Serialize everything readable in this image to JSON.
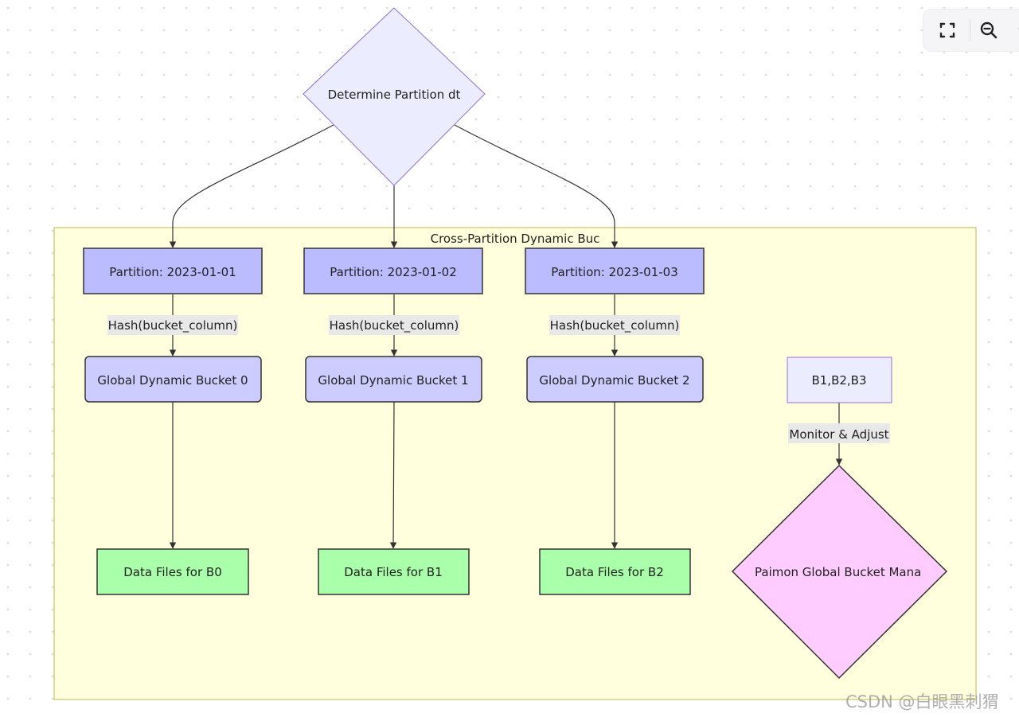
{
  "colors": {
    "background_dot": "#dedede",
    "subgraph_fill": "#ffffde",
    "subgraph_stroke": "#b8b84a",
    "decision_fill": "#ececff",
    "decision_stroke": "#9370db",
    "partition_fill": "#bbbbff",
    "bucket_fill": "#ccccff",
    "datafile_fill": "#aaffaa",
    "manager_fill": "#ffccff",
    "node_stroke": "#333333",
    "edge": "#333333",
    "edge_label_bg": "#e8e8e8"
  },
  "diagram": {
    "decision": "Determine Partition dt",
    "subgraph_title": "Cross-Partition Dynamic Buc",
    "partitions": [
      "Partition: 2023-01-01",
      "Partition: 2023-01-02",
      "Partition: 2023-01-03"
    ],
    "hash_label": "Hash(bucket_column)",
    "buckets": [
      "Global Dynamic Bucket 0",
      "Global Dynamic Bucket 1",
      "Global Dynamic Bucket 2"
    ],
    "data_files": [
      "Data Files for B0",
      "Data Files for B1",
      "Data Files for B2"
    ],
    "bucket_list": "B1,B2,B3",
    "monitor_label": "Monitor & Adjust",
    "manager": "Paimon Global Bucket Mana"
  },
  "toolbar": {
    "fullscreen_icon": "fullscreen-icon",
    "zoom_icon": "zoom-in-icon"
  },
  "watermark": "CSDN @白眼黑刺猬"
}
